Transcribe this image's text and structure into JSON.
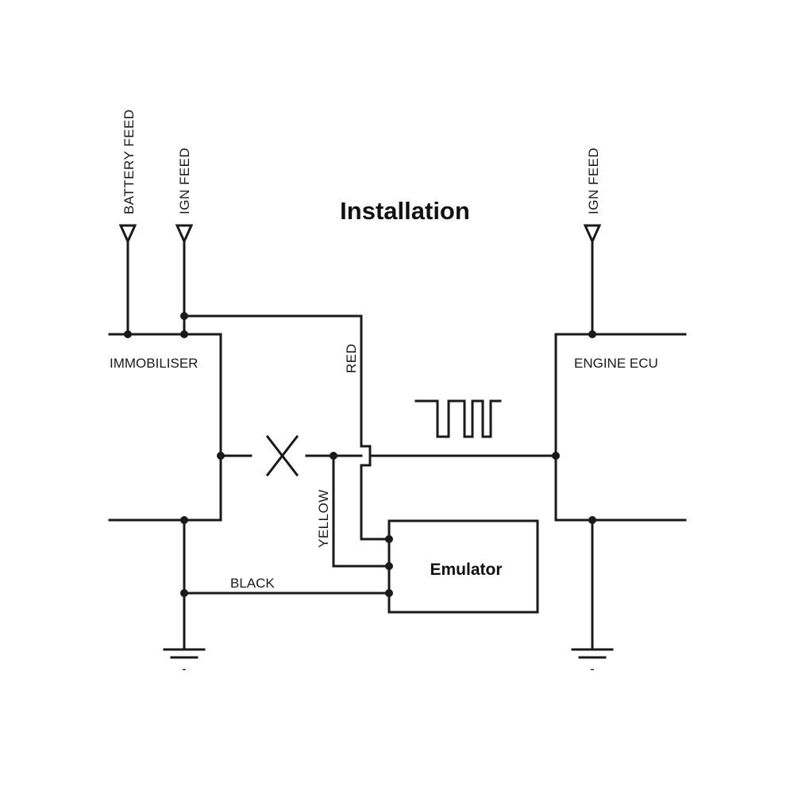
{
  "title": "Installation",
  "feeds": {
    "battery": "BATTERY FEED",
    "ign_left": "IGN FEED",
    "ign_right": "IGN FEED"
  },
  "modules": {
    "immobiliser": "IMMOBILISER",
    "engine_ecu": "ENGINE ECU",
    "emulator": "Emulator"
  },
  "wires": {
    "red": "RED",
    "yellow": "YELLOW",
    "black": "BLACK"
  },
  "ground_sign_left": "-",
  "ground_sign_right": "-"
}
